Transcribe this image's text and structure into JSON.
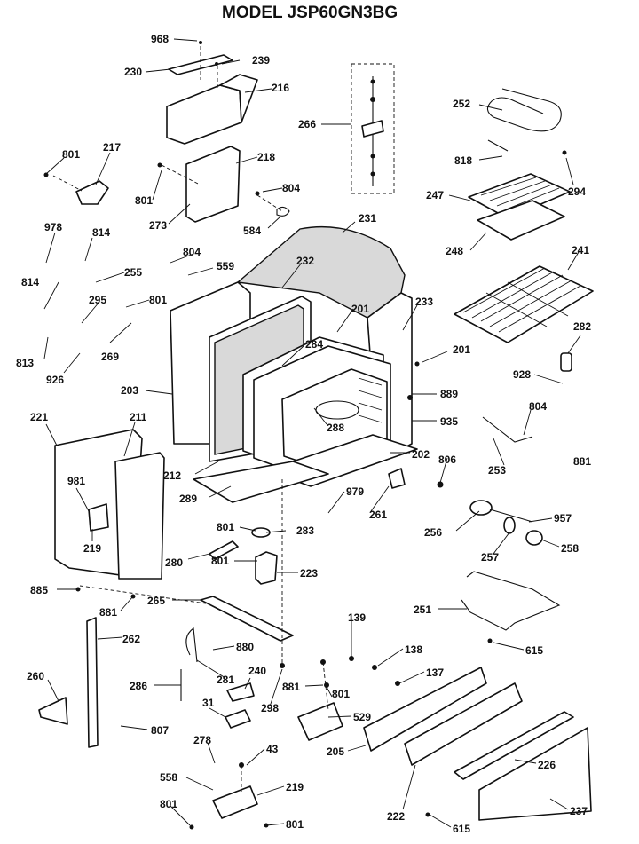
{
  "title": "MODEL JSP60GN3BG",
  "labels": {
    "p968": "968",
    "p239": "239",
    "p230": "230",
    "p216": "216",
    "p266a": "266",
    "p252a": "252",
    "p801a": "801",
    "p217": "217",
    "p218": "218",
    "p801b": "801",
    "p273": "273",
    "p804a": "804",
    "p584": "584",
    "p818": "818",
    "p294": "294",
    "p247": "247",
    "p248": "248",
    "p978": "978",
    "p814a": "814",
    "p255": "255",
    "p804b": "804",
    "p559": "559",
    "p231": "231",
    "p241": "241",
    "p814b": "814",
    "p295": "295",
    "p801c": "801",
    "p232": "232",
    "p201a": "201",
    "p233": "233",
    "p282": "282",
    "p813": "813",
    "p269": "269",
    "p926a": "926",
    "p284": "284",
    "p201b": "201",
    "p928": "928",
    "p203": "203",
    "p889": "889",
    "p288": "288",
    "p935": "935",
    "p804c": "804",
    "p221": "221",
    "p211": "211",
    "p253": "253",
    "p881a": "881",
    "p202": "202",
    "p806": "806",
    "p981": "981",
    "p212": "212",
    "p289": "289",
    "p979": "979",
    "p261": "261",
    "p957": "957",
    "p219a": "219",
    "p801d": "801",
    "p283": "283",
    "p256": "256",
    "p280a": "280",
    "p801e": "801",
    "p257": "257",
    "p258": "258",
    "p223": "223",
    "p885": "885",
    "p881b": "881",
    "p265": "265",
    "p251": "251",
    "p262": "262",
    "p139": "139",
    "p615a": "615",
    "p880": "880",
    "p138": "138",
    "p260": "260",
    "p281": "281",
    "p137": "137",
    "p240": "240",
    "p286": "286",
    "p881c": "881",
    "p801f": "801",
    "p298": "298",
    "p31": "31",
    "p807": "807",
    "p529": "529",
    "p278": "278",
    "p43": "43",
    "p205": "205",
    "p226": "226",
    "p558": "558",
    "p219b": "219",
    "p801g": "801",
    "p801h": "801",
    "p222": "222",
    "p615b": "615",
    "p237": "237"
  }
}
